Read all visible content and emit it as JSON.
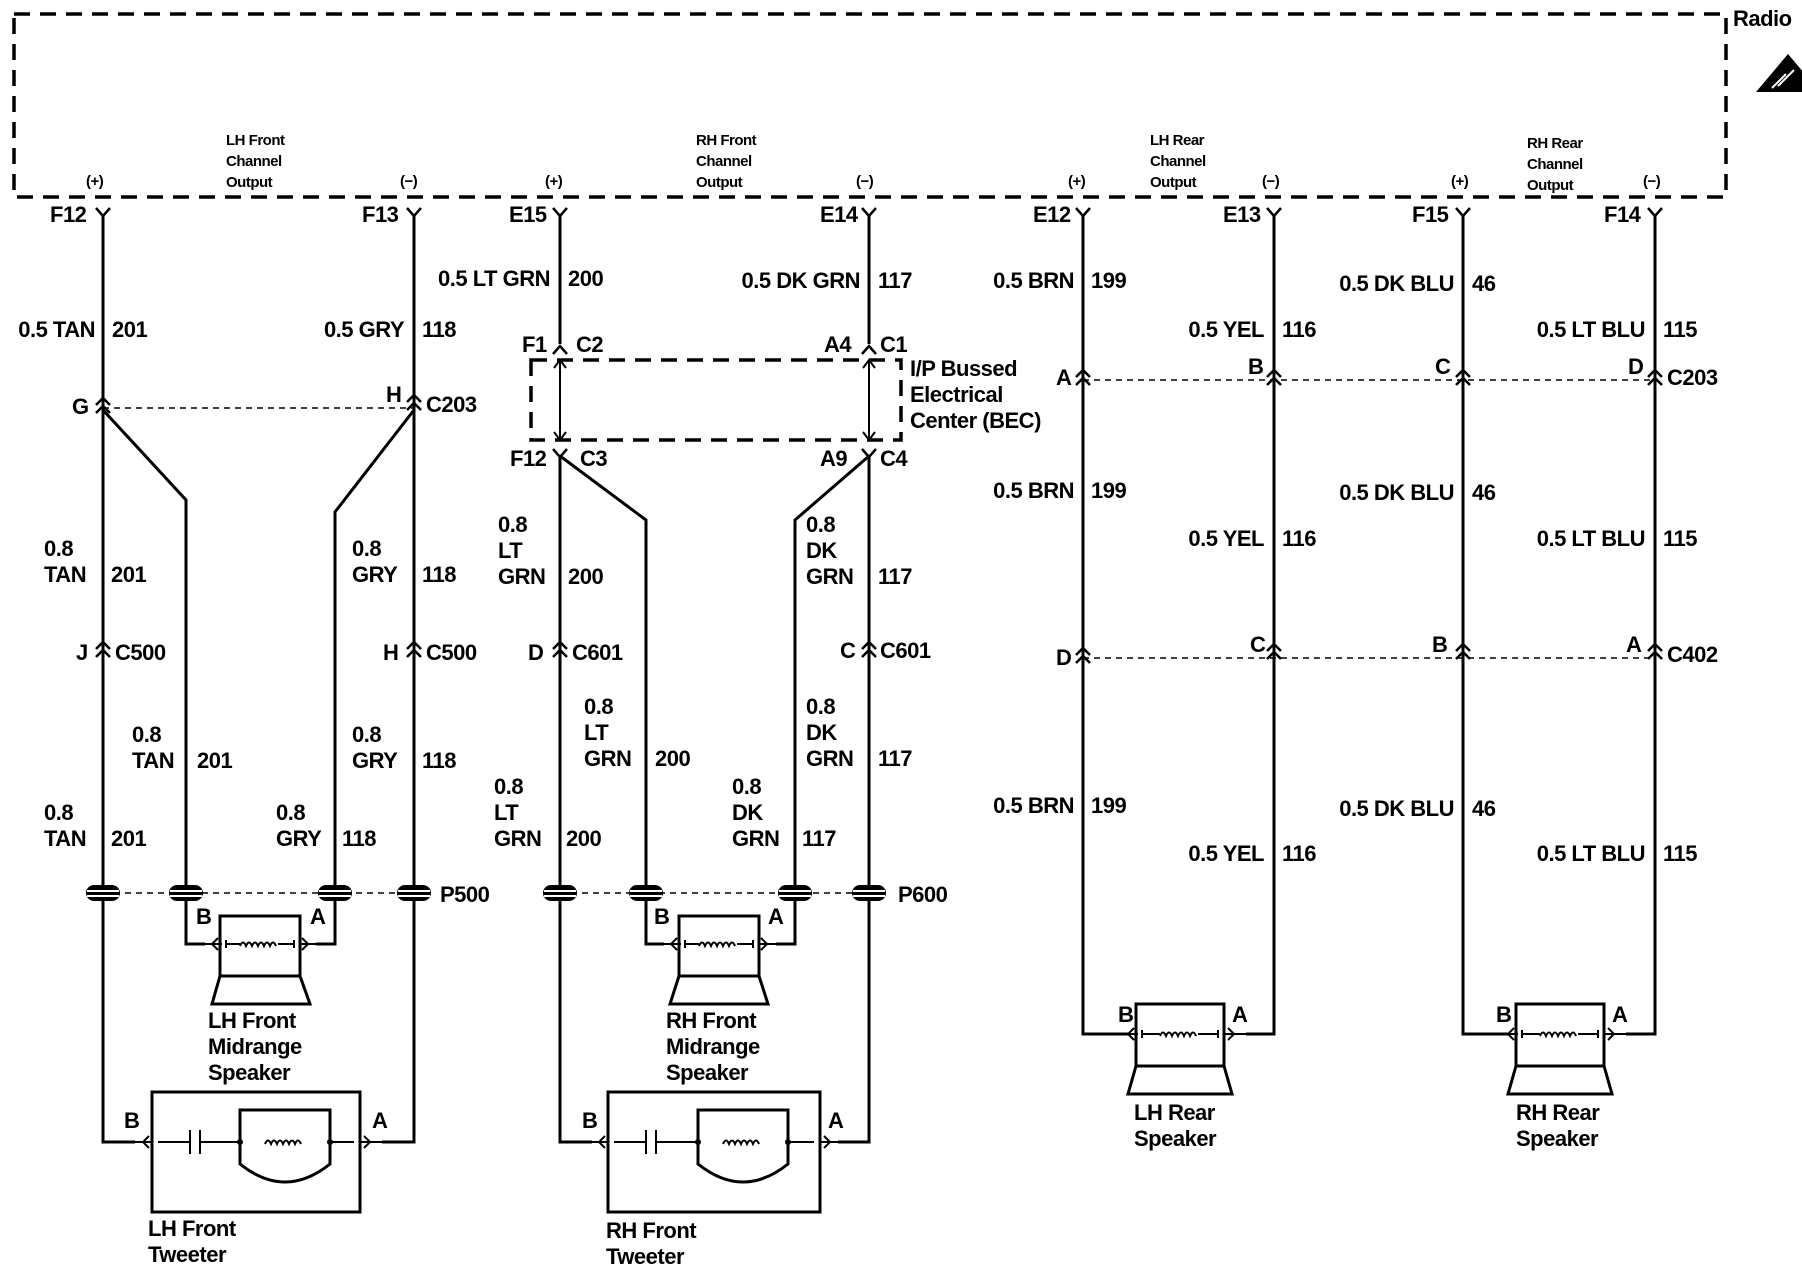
{
  "radio": {
    "title": "Radio",
    "channels": [
      {
        "label": [
          "LH Front",
          "Channel",
          "Output"
        ],
        "pos": "(+)",
        "neg": "(−)"
      },
      {
        "label": [
          "RH Front",
          "Channel",
          "Output"
        ],
        "pos": "(+)",
        "neg": "(−)"
      },
      {
        "label": [
          "LH Rear",
          "Channel",
          "Output"
        ],
        "pos": "(+)",
        "neg": "(−)"
      },
      {
        "label": [
          "RH Rear",
          "Channel",
          "Output"
        ],
        "pos": "(+)",
        "neg": "(−)"
      }
    ]
  },
  "pins": [
    "F12",
    "F13",
    "E15",
    "E14",
    "E12",
    "E13",
    "F15",
    "F14"
  ],
  "wires_top": [
    {
      "size": "0.5 TAN",
      "num": "201"
    },
    {
      "size": "0.5 GRY",
      "num": "118"
    },
    {
      "size": "0.5 LT GRN",
      "num": "200"
    },
    {
      "size": "0.5 DK GRN",
      "num": "117"
    },
    {
      "size": "0.5 BRN",
      "num": "199"
    },
    {
      "size": "0.5 YEL",
      "num": "116"
    },
    {
      "size": "0.5 DK BLU",
      "num": "46"
    },
    {
      "size": "0.5 LT BLU",
      "num": "115"
    }
  ],
  "bec": {
    "label": [
      "I/P Bussed",
      "Electrical",
      "Center (BEC)"
    ],
    "top_left": "F1",
    "top_left_conn": "C2",
    "top_right": "A4",
    "top_right_conn": "C1",
    "bot_left": "F12",
    "bot_left_conn": "C3",
    "bot_right": "A9",
    "bot_right_conn": "C4"
  },
  "c203": {
    "name": "C203",
    "front_pins": [
      "G",
      "H"
    ],
    "rear_pins": [
      "A",
      "B",
      "C",
      "D"
    ]
  },
  "c500": {
    "name": "C500",
    "pins": [
      "J",
      "H"
    ]
  },
  "c601": {
    "name": "C601",
    "pins": [
      "D",
      "C"
    ]
  },
  "c402": {
    "name": "C402",
    "pins": [
      "D",
      "C",
      "B",
      "A"
    ]
  },
  "rear_mid_wires": [
    {
      "size": "0.5 BRN",
      "num": "199"
    },
    {
      "size": "0.5 YEL",
      "num": "116"
    },
    {
      "size": "0.5 DK BLU",
      "num": "46"
    },
    {
      "size": "0.5 LT BLU",
      "num": "115"
    }
  ],
  "front_wires": {
    "lh_pos_a": {
      "size": [
        "0.8",
        "TAN"
      ],
      "num": "201"
    },
    "lh_neg_a": {
      "size": [
        "0.8",
        "GRY"
      ],
      "num": "118"
    },
    "rh_pos_a": {
      "size": [
        "0.8",
        "LT",
        "GRN"
      ],
      "num": "200"
    },
    "rh_neg_a": {
      "size": [
        "0.8",
        "DK",
        "GRN"
      ],
      "num": "117"
    },
    "lh_mid_pos": {
      "size": [
        "0.8",
        "TAN"
      ],
      "num": "201"
    },
    "lh_mid_neg": {
      "size": [
        "0.8",
        "GRY"
      ],
      "num": "118"
    },
    "rh_mid_pos": {
      "size": [
        "0.8",
        "LT",
        "GRN"
      ],
      "num": "200"
    },
    "rh_mid_neg": {
      "size": [
        "0.8",
        "DK",
        "GRN"
      ],
      "num": "117"
    },
    "lh_pos_b": {
      "size": [
        "0.8",
        "TAN"
      ],
      "num": "201"
    },
    "lh_neg_b": {
      "size": [
        "0.8",
        "GRY"
      ],
      "num": "118"
    },
    "rh_pos_b": {
      "size": [
        "0.8",
        "LT",
        "GRN"
      ],
      "num": "200"
    },
    "rh_neg_b": {
      "size": [
        "0.8",
        "DK",
        "GRN"
      ],
      "num": "117"
    }
  },
  "p500": "P500",
  "p600": "P600",
  "speakers": {
    "lh_front_mid": [
      "LH Front",
      "Midrange",
      "Speaker"
    ],
    "rh_front_mid": [
      "RH Front",
      "Midrange",
      "Speaker"
    ],
    "lh_front_tweet": [
      "LH Front",
      "Tweeter"
    ],
    "rh_front_tweet": [
      "RH Front",
      "Tweeter"
    ],
    "lh_rear": [
      "LH Rear",
      "Speaker"
    ],
    "rh_rear": [
      "RH Rear",
      "Speaker"
    ]
  },
  "term_a": "A",
  "term_b": "B"
}
